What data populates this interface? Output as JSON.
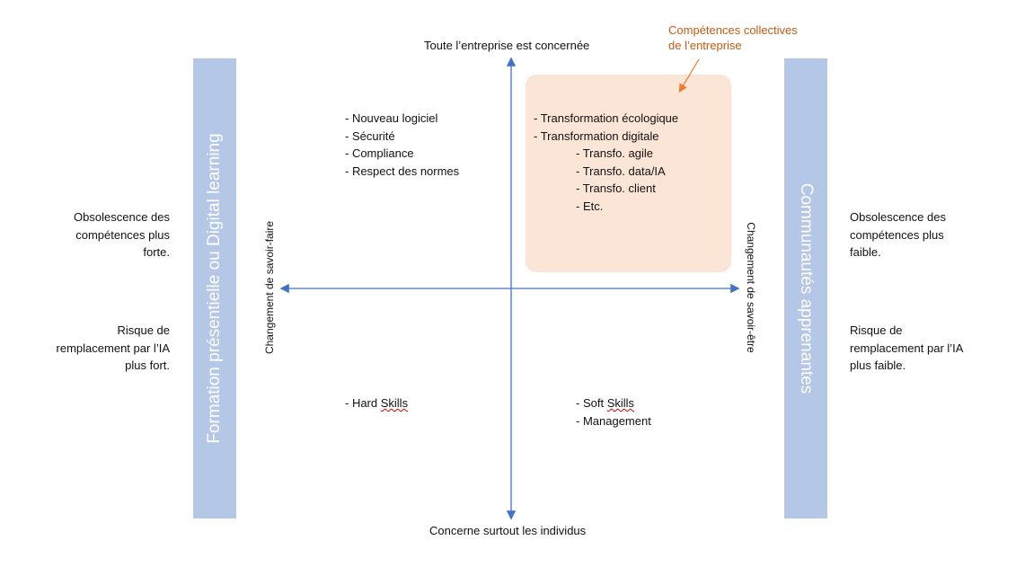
{
  "axes": {
    "top": "Toute l’entreprise est concernée",
    "bottom": "Concerne surtout les individus",
    "left": "Changement de savoir-faire",
    "right": "Changement de savoir-être"
  },
  "left_bar": "Formation présentielle ou Digital learning",
  "right_bar": "Communautés apprenantes",
  "left_side": {
    "obsolescence": [
      "Obsolescence des",
      "compétences plus",
      "forte."
    ],
    "risk": [
      "Risque de",
      "remplacement par l’IA",
      "plus fort."
    ]
  },
  "right_side": {
    "obsolescence": [
      "Obsolescence des",
      "compétences plus",
      "faible."
    ],
    "risk": [
      "Risque de",
      "remplacement par l’IA",
      "plus faible."
    ]
  },
  "callout": [
    "Compétences collectives",
    "de l’entreprise"
  ],
  "top_left": [
    "- Nouveau logiciel",
    "- Sécurité",
    "- Compliance",
    "- Respect des normes"
  ],
  "top_right": [
    "- Transformation écologique",
    "- Transformation digitale"
  ],
  "top_right_sub": [
    "- Transfo. agile",
    "- Transfo. data/IA",
    "- Transfo. client",
    "- Etc."
  ],
  "bottom_left": {
    "dash": "- Hard ",
    "word": "Skills"
  },
  "bottom_right": {
    "dash": "- Soft ",
    "word": "Skills",
    "second": "- Management"
  },
  "colors": {
    "bar": "#b4c7e7",
    "box": "#fbe5d6",
    "accent": "#c55a11",
    "axis": "#4472c4"
  }
}
